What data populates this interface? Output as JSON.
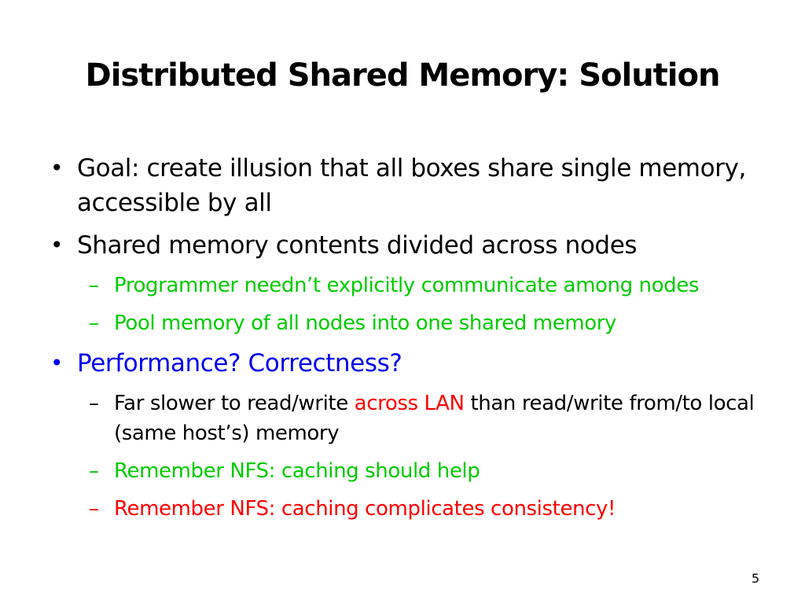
{
  "slide": {
    "title": "Distributed Shared Memory: Solution",
    "page_number": "5",
    "bullet_glyph": "•",
    "dash_glyph": "–",
    "colors": {
      "text": "#000000",
      "green": "#00cc00",
      "red": "#ff0000",
      "blue": "#0000ee"
    },
    "items": [
      {
        "text": "Goal: create illusion that all boxes share single memory, accessible by all"
      },
      {
        "text": "Shared memory contents divided across nodes"
      },
      {
        "text": "Programmer needn’t explicitly communicate among nodes"
      },
      {
        "text": "Pool memory of all nodes into one shared memory"
      },
      {
        "text": "Performance? Correctness?"
      },
      {
        "text_before": "Far slower to read/write ",
        "text_highlight": "across LAN",
        "text_after": " than read/write from/to local (same host’s) memory"
      },
      {
        "text": "Remember NFS: caching should help"
      },
      {
        "text": "Remember NFS: caching complicates consistency!"
      }
    ]
  }
}
